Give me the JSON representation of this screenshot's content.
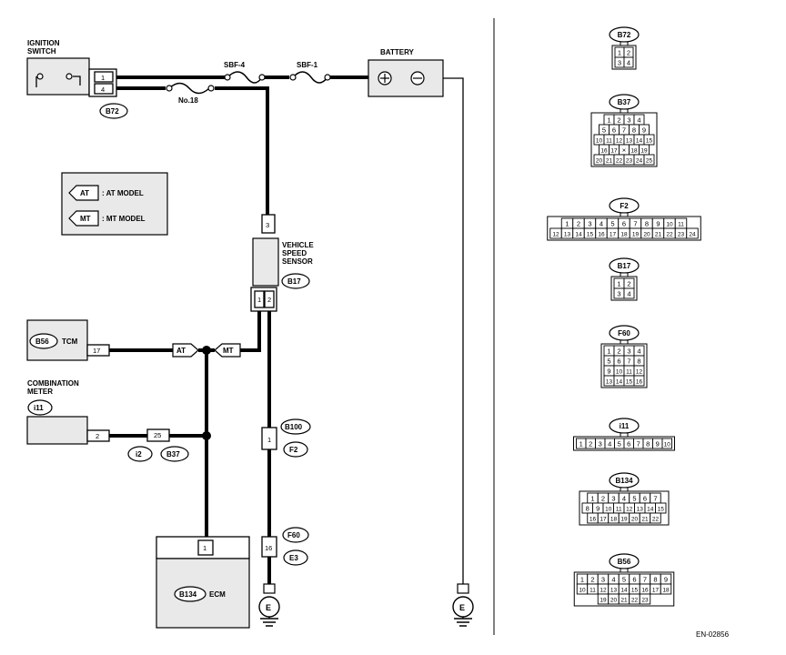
{
  "figure_id": "EN-02856",
  "components": {
    "ignition_switch": "IGNITION\nSWITCH",
    "battery": "BATTERY",
    "fuse_sbf4": "SBF-4",
    "fuse_sbf1": "SBF-1",
    "fuse_no18": "No.18",
    "vehicle_speed_sensor": "VEHICLE\nSPEED\nSENSOR",
    "tcm": "TCM",
    "combination_meter": "COMBINATION\nMETER",
    "ecm": "ECM"
  },
  "legend": {
    "at_tag": "AT",
    "at_text": ": AT MODEL",
    "mt_tag": "MT",
    "mt_text": ": MT MODEL"
  },
  "connectors": {
    "b72": "B72",
    "b17": "B17",
    "b56": "B56",
    "i11": "i11",
    "i2": "i2",
    "b37": "B37",
    "b100": "B100",
    "f2": "F2",
    "f60": "F60",
    "e3": "E3",
    "b134": "B134"
  },
  "pins": {
    "ign_1": "1",
    "ign_4": "4",
    "vss_3": "3",
    "vss_1": "1",
    "vss_2": "2",
    "tcm_17": "17",
    "meter_2": "2",
    "b37_25": "25",
    "b100_1": "1",
    "f60_16": "16",
    "ecm_1": "1"
  },
  "ground": "E",
  "connector_views": [
    {
      "name": "B72",
      "rows": [
        [
          "1",
          "2"
        ],
        [
          "3",
          "4"
        ]
      ]
    },
    {
      "name": "B37",
      "rows": [
        [
          "1",
          "2",
          "3",
          "4"
        ],
        [
          "5",
          "6",
          "7",
          "8",
          "9"
        ],
        [
          "10",
          "11",
          "12",
          "13",
          "14",
          "15"
        ],
        [
          "16",
          "17",
          "×",
          "18",
          "19"
        ],
        [
          "20",
          "21",
          "22",
          "23",
          "24",
          "25"
        ]
      ]
    },
    {
      "name": "F2",
      "rows": [
        [
          "1",
          "2",
          "3",
          "4",
          "5",
          "6",
          "7",
          "8",
          "9",
          "10",
          "11"
        ],
        [
          "12",
          "13",
          "14",
          "15",
          "16",
          "17",
          "18",
          "19",
          "20",
          "21",
          "22",
          "23",
          "24"
        ]
      ]
    },
    {
      "name": "B17",
      "rows": [
        [
          "1",
          "2"
        ],
        [
          "3",
          "4"
        ]
      ]
    },
    {
      "name": "F60",
      "rows": [
        [
          "1",
          "2",
          "3",
          "4"
        ],
        [
          "5",
          "6",
          "7",
          "8"
        ],
        [
          "9",
          "10",
          "11",
          "12"
        ],
        [
          "13",
          "14",
          "15",
          "16"
        ]
      ]
    },
    {
      "name": "i11",
      "rows": [
        [
          "1",
          "2",
          "3",
          "4",
          "5",
          "6",
          "7",
          "8",
          "9",
          "10"
        ]
      ]
    },
    {
      "name": "B134",
      "rows": [
        [
          "1",
          "2",
          "3",
          "4",
          "5",
          "6",
          "7"
        ],
        [
          "8",
          "9",
          "10",
          "11",
          "12",
          "13",
          "14",
          "15"
        ],
        [
          "16",
          "17",
          "18",
          "19",
          "20",
          "21",
          "22"
        ]
      ]
    },
    {
      "name": "B56",
      "rows": [
        [
          "1",
          "2",
          "3",
          "4",
          "5",
          "6",
          "7",
          "8",
          "9"
        ],
        [
          "10",
          "11",
          "12",
          "13",
          "14",
          "15",
          "16",
          "17",
          "18"
        ],
        [
          "19",
          "20",
          "21",
          "22",
          "23"
        ]
      ]
    }
  ]
}
